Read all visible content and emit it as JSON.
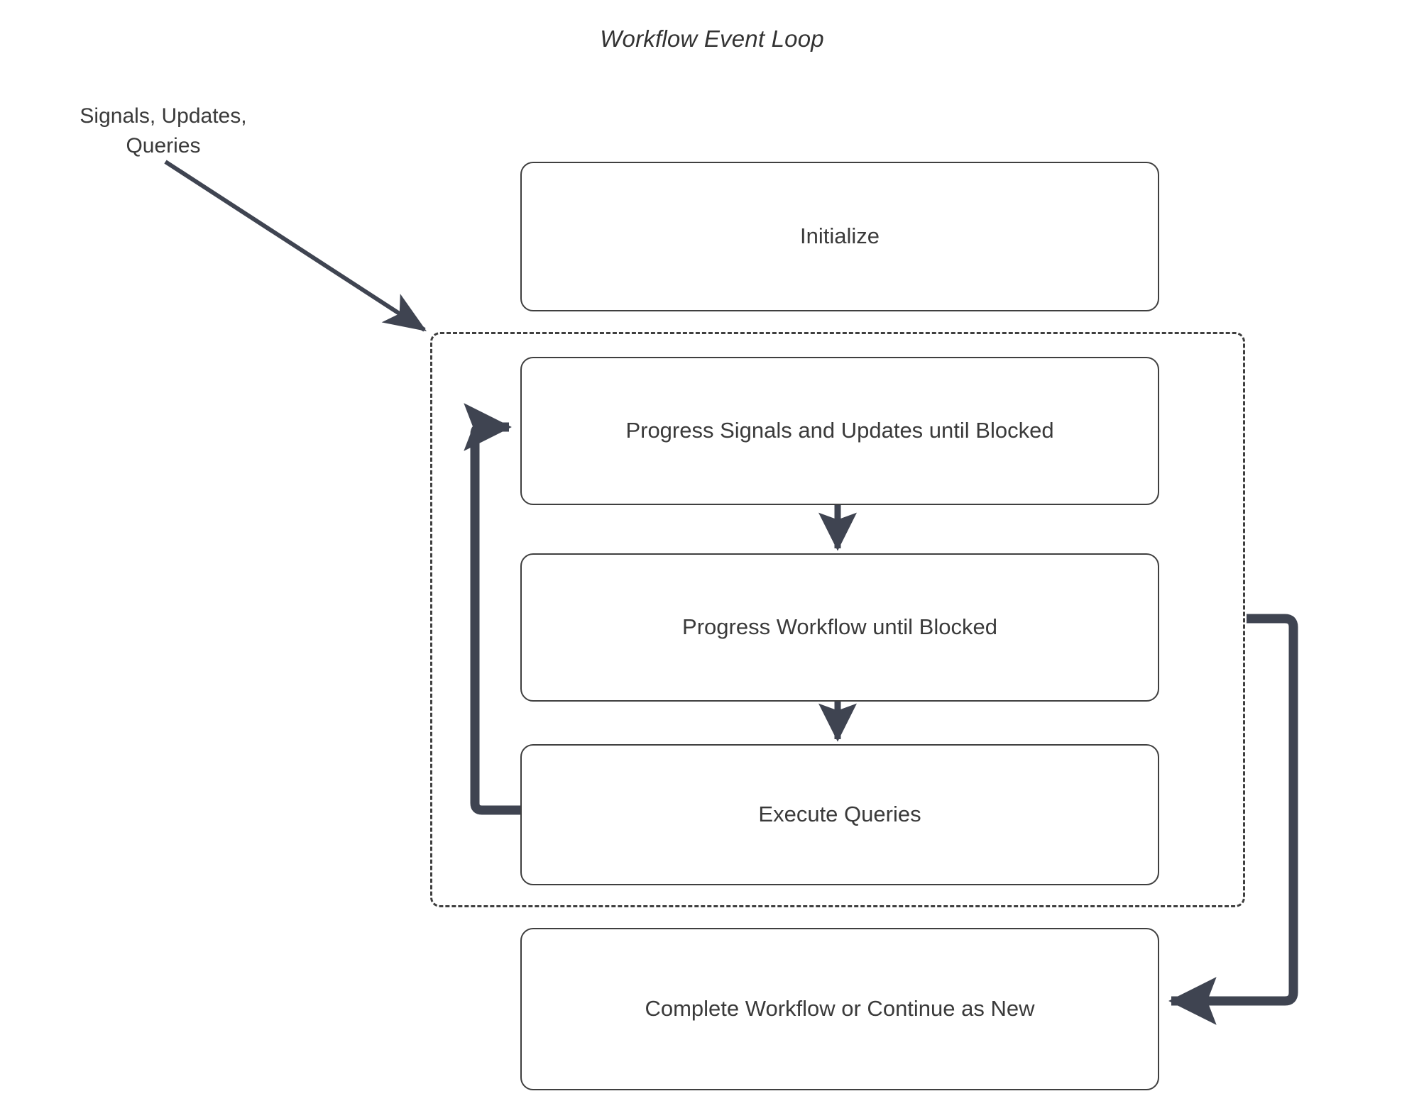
{
  "diagram": {
    "title": "Workflow Event Loop",
    "external_input_label": "Signals, Updates,\nQueries",
    "colors": {
      "background": "#ffffff",
      "node_border": "#3f3f3f",
      "node_fill": "#ffffff",
      "text": "#3a3a3a",
      "edge": "#3f4451",
      "loop_container_border": "#3f3f3f"
    },
    "nodes": [
      {
        "id": "initialize",
        "label": "Initialize"
      },
      {
        "id": "progress_signals_updates",
        "label": "Progress Signals and Updates until Blocked"
      },
      {
        "id": "progress_workflow",
        "label": "Progress Workflow until Blocked"
      },
      {
        "id": "execute_queries",
        "label": "Execute Queries"
      },
      {
        "id": "complete_workflow",
        "label": "Complete Workflow or Continue as New"
      }
    ],
    "loop_container": {
      "id": "event_loop_group",
      "style": "dashed",
      "contains": [
        "progress_signals_updates",
        "progress_workflow",
        "execute_queries"
      ]
    },
    "edges": [
      {
        "id": "e-input-loop",
        "from": "external_input_label",
        "to": "event_loop_group",
        "style": "thin-diagonal",
        "arrow": "end"
      },
      {
        "id": "e-su-wf",
        "from": "progress_signals_updates",
        "to": "progress_workflow",
        "style": "straight-down",
        "arrow": "end"
      },
      {
        "id": "e-wf-eq",
        "from": "progress_workflow",
        "to": "execute_queries",
        "style": "straight-down",
        "arrow": "end"
      },
      {
        "id": "e-eq-su",
        "from": "execute_queries",
        "to": "progress_signals_updates",
        "style": "left-feedback",
        "arrow": "end"
      },
      {
        "id": "e-loop-complete",
        "from": "event_loop_group",
        "to": "complete_workflow",
        "style": "right-exit",
        "arrow": "end"
      }
    ]
  }
}
